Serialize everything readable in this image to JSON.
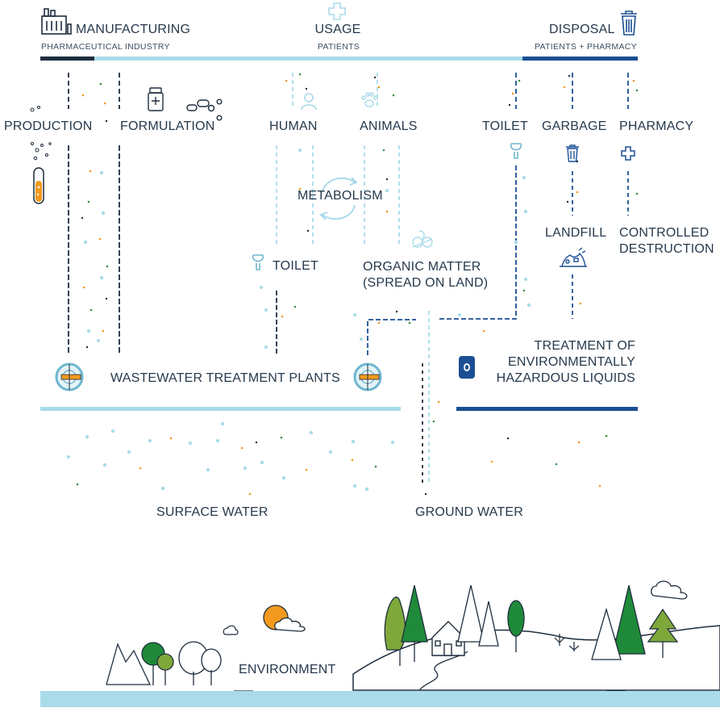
{
  "colors": {
    "dark_navy": "#1e2d3d",
    "light_blue": "#a9dbe9",
    "mid_blue": "#6fb6cf",
    "royal_blue": "#1b4f93",
    "orange": "#f39a1e",
    "green_dot": "#3a8f4a",
    "tree_green": "#1f8a3a",
    "olive": "#7fa83b"
  },
  "icons": {
    "factory": "factory-icon",
    "usage": "medical-cross-icon",
    "disposal": "trash-can-icon",
    "formulation": "pill-bottle-icon",
    "production": "test-tube-icon",
    "human": "person-icon",
    "animals": "paw-icon",
    "toilet": "toilet-icon",
    "organic": "leaf-icon",
    "metabolism": "cycle-arrows-icon",
    "wwtp": "treatment-plant-icon",
    "hazardous": "barrel-icon",
    "landfill": "landfill-icon"
  },
  "header": {
    "manufacturing": {
      "title": "MANUFACTURING",
      "subtitle": "PHARMACEUTICAL INDUSTRY"
    },
    "usage": {
      "title": "USAGE",
      "subtitle": "PATIENTS"
    },
    "disposal": {
      "title": "DISPOSAL",
      "subtitle": "PATIENTS + PHARMACY"
    }
  },
  "labels": {
    "production": "PRODUCTION",
    "formulation": "FORMULATION",
    "human": "HUMAN",
    "animals": "ANIMALS",
    "toilet_disposal": "TOILET",
    "garbage": "GARBAGE",
    "pharmacy": "PHARMACY",
    "metabolism": "METABOLISM",
    "landfill": "LANDFILL",
    "controlled_destruction": "CONTROLLED\nDESTRUCTION",
    "toilet_usage": "TOILET",
    "organic_matter": "ORGANIC MATTER\n(SPREAD ON LAND)",
    "wwtp": "WASTEWATER TREATMENT PLANTS",
    "hazardous": "TREATMENT OF\nENVIRONMENTALLY\nHAZARDOUS LIQUIDS",
    "surface_water": "SURFACE WATER",
    "ground_water": "GROUND WATER",
    "environment": "ENVIRONMENT"
  }
}
